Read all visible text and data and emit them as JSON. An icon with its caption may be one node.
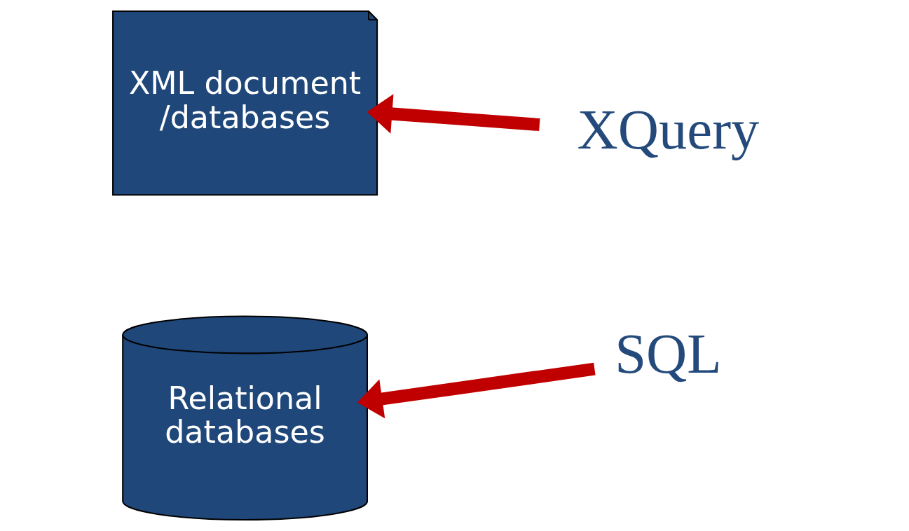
{
  "diagram": {
    "nodes": [
      {
        "text": [
          "XML document /databases"
        ]
      },
      {
        "text": [
          "XQuery"
        ]
      },
      {
        "text": [
          "Relational databases"
        ]
      },
      {
        "text": [
          "SQL"
        ]
      }
    ],
    "edges": [
      {
        "from": 1,
        "to": 0,
        "arrow": "to"
      },
      {
        "from": 3,
        "to": 2,
        "arrow": "to"
      }
    ]
  }
}
